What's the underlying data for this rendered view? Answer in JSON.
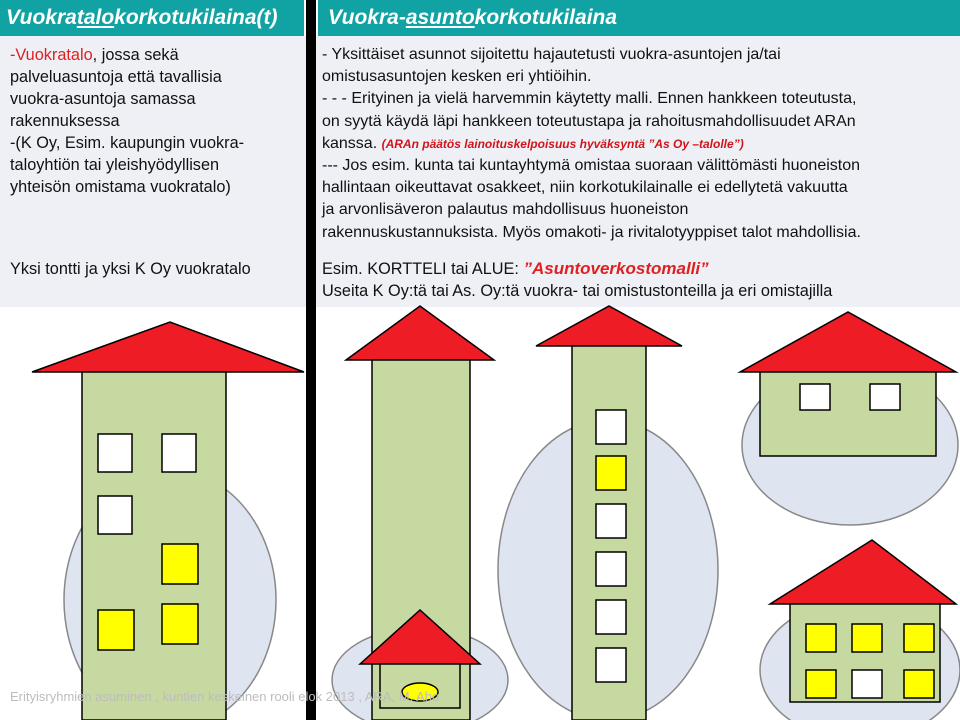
{
  "header": {
    "left_pre": "Vuokra",
    "left_underlined": "talo",
    "left_post": "korkotukilaina(t)",
    "right_pre": "Vuokra-",
    "right_underlined": "asunto",
    "right_post": "korkotukilaina"
  },
  "left": {
    "line1_red": "-Vuokratalo",
    "line1_rest": ", jossa  sekä",
    "line2": "palveluasuntoja  että tavallisia",
    "line3": "vuokra-asuntoja samassa",
    "line4": "rakennuksessa",
    "line5": "-(K Oy, Esim. kaupungin vuokra-",
    "line6": "taloyhtiön tai yleishyödyllisen",
    "line7": "yhteisön omistama vuokratalo)",
    "footer": "Yksi tontti ja yksi K Oy vuokratalo"
  },
  "right": {
    "line1": "- Yksittäiset asunnot sijoitettu  hajautetusti vuokra-asuntojen ja/tai",
    "line2": "omistusasuntojen kesken eri yhtiöihin.",
    "line3": "- - - Erityinen ja vielä harvemmin käytetty malli. Ennen hankkeen toteutusta,",
    "line4": "on syytä käydä läpi hankkeen toteutustapa ja rahoitusmahdollisuudet  ARAn",
    "line5": "kanssa. ",
    "note": "(ARAn päätös lainoituskelpoisuus hyväksyntä ”As Oy –talolle”)",
    "line6": "--- Jos esim. kunta tai kuntayhtymä omistaa suoraan välittömästi huoneiston",
    "line7": "hallintaan oikeuttavat  osakkeet, niin korkotukilainalle ei edellytetä vakuutta",
    "line8": "ja  arvonlisäveron palautus mahdollisuus huoneiston",
    "line9": "rakennuskustannuksista. Myös omakoti- ja rivitalotyyppiset talot mahdollisia.",
    "foot1_pre": "Esim. KORTTELI tai ALUE:  ",
    "foot1_highlight": "”Asuntoverkostomalli”",
    "foot2": "Useita K Oy:tä tai As. Oy:tä vuokra- tai omistustonteilla ja eri omistajilla"
  },
  "footer": "Erityisryhmien asuminen , kuntien keskeinen rooli elok 2013 , ARA, M. Aho",
  "colors": {
    "header_bg": "#11a3a3",
    "roof": "#ee1c24",
    "building": "#c6d9a0",
    "window_yellow": "#ffff00",
    "ellipse": "#dfe4f1"
  }
}
